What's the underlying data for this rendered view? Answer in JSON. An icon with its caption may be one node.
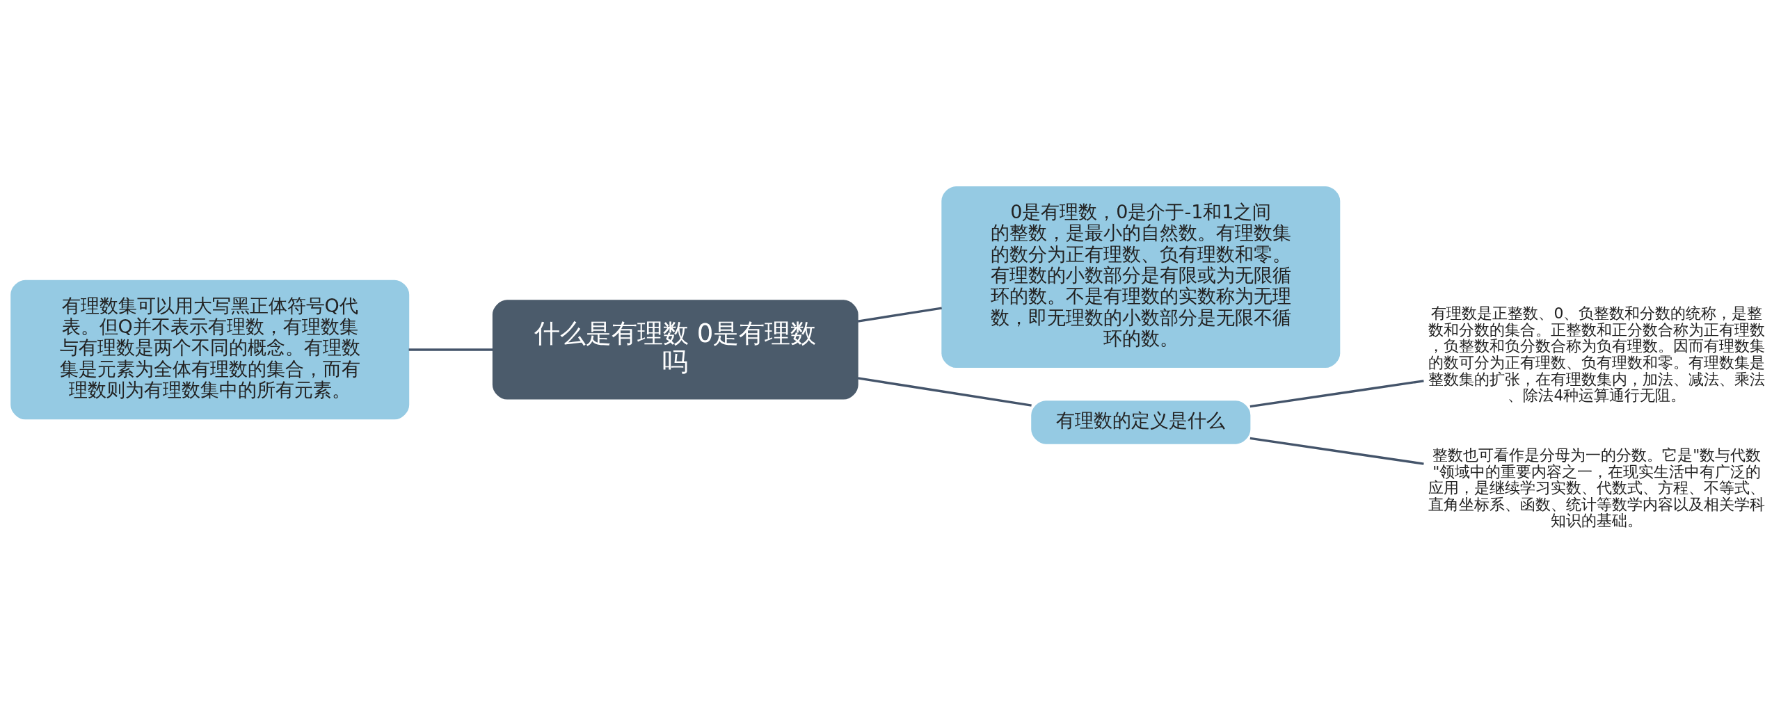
{
  "diagram": {
    "nodes": [
      {
        "text": [
          "什么是有理数 0是有理数吗"
        ]
      },
      {
        "text": [
          "有理数集可以用大写黑正体符号Q代表。但Q并不表示有理数，有理数集与有理数是两个不同的概念。有理数集是元素为全体有理数的集合，而有理数则为有理数集中的所有元素。"
        ]
      },
      {
        "text": [
          "0是有理数，0是介于-1和1之间的整数，是最小的自然数。有理数集的数分为正有理数、负有理数和零。有理数的小数部分是有限或为无限循环的数。不是有理数的实数称为无理数，即无理数的小数部分是无限不循环的数。"
        ]
      },
      {
        "text": [
          "有理数的定义是什么"
        ]
      },
      {
        "text": [
          "有理数是正整数、0、负整数和分数的统称，是整数和分数的集合。正整数和正分数合称为正有理数，负整数和负分数合称为负有理数。因而有理数集的数可分为正有理数、负有理数和零。有理数集是整数集的扩张，在有理数集内，加法、减法、乘法、除法4种运算通行无阻。"
        ]
      },
      {
        "text": [
          "整数也可看作是分母为一的分数。它是\"数与代数\"领域中的重要内容之一，在现实生活中有广泛的应用，是继续学习实数、代数式、方程、不等式、直角坐标系、函数、统计等数学内容以及相关学科知识的基础。"
        ]
      }
    ],
    "edges": [
      {
        "from": 0,
        "to": 1,
        "arrow": "none"
      },
      {
        "from": 0,
        "to": 2,
        "arrow": "none"
      },
      {
        "from": 0,
        "to": 3,
        "arrow": "none"
      },
      {
        "from": 3,
        "to": 4,
        "arrow": "none"
      },
      {
        "from": 3,
        "to": 5,
        "arrow": "none"
      }
    ]
  }
}
